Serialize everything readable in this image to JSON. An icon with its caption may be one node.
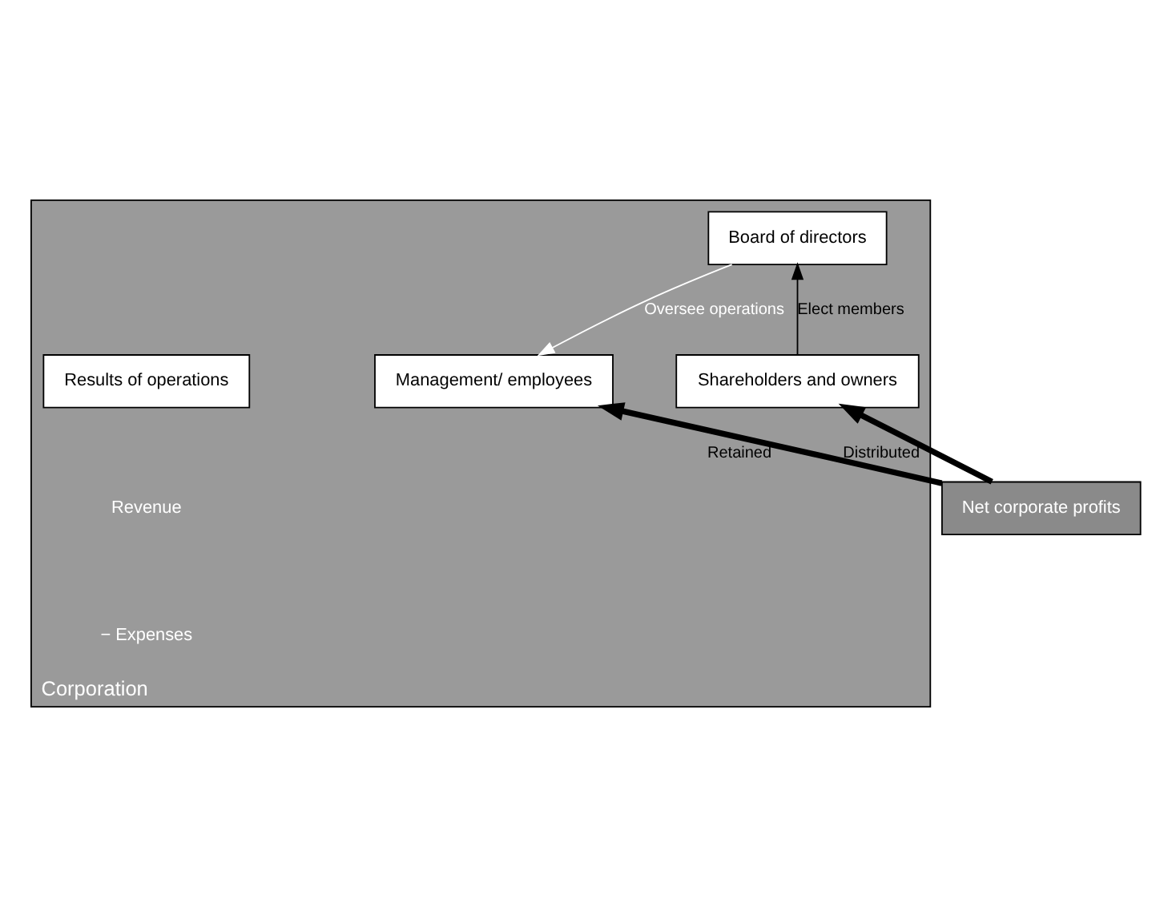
{
  "diagram": {
    "nodes": [
      {
        "text": [
          "Corporation"
        ]
      },
      {
        "text": [
          "Board of directors"
        ],
        "in": 0
      },
      {
        "text": [
          "Shareholders and owners"
        ],
        "in": 0
      },
      {
        "text": [
          "Management/ employees"
        ],
        "in": 0
      },
      {
        "text": [
          "Results of operations"
        ],
        "in": 0
      },
      {
        "text": [
          "Net corporate profits"
        ]
      }
    ],
    "edges": [
      {
        "from": 2,
        "to": 1,
        "arrow": "to",
        "label": "Elect members"
      },
      {
        "from": 1,
        "to": 3,
        "arrow": "to",
        "label": "Oversee operations",
        "color": "#ffffff"
      },
      {
        "from": 5,
        "to": 2,
        "arrow": "to",
        "label": "Distributed",
        "style": "thick"
      },
      {
        "from": 5,
        "to": 3,
        "arrow": "to",
        "label": "Retained",
        "style": "thick"
      }
    ],
    "labels": [
      "Revenue",
      "− Expenses"
    ]
  }
}
